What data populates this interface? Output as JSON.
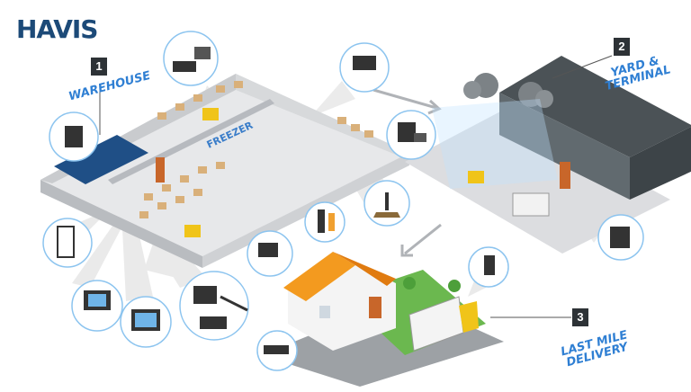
{
  "logo": {
    "text": "HAVIS"
  },
  "zones": [
    {
      "number": "1",
      "label": "WAREHOUSE"
    },
    {
      "number": "2",
      "label_line1": "YARD &",
      "label_line2": "TERMINAL"
    },
    {
      "number": "3",
      "label_line1": "LAST MILE",
      "label_line2": "DELIVERY"
    }
  ],
  "freezer_sign": "FREEZER",
  "colors": {
    "brand_blue": "#1c4a78",
    "brand_orange": "#f2961e",
    "label_blue": "#2f7fd3",
    "circle_border": "#8cc4ef"
  }
}
